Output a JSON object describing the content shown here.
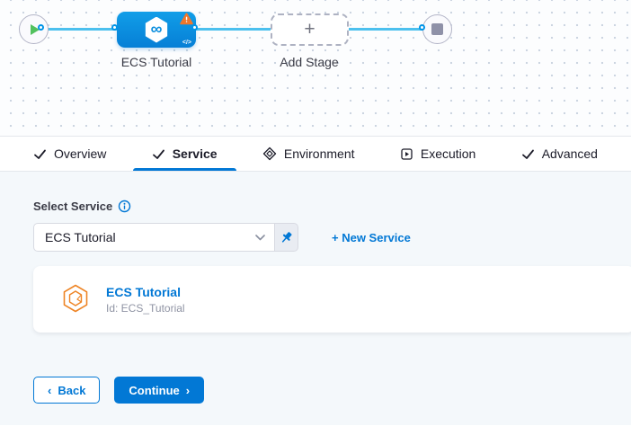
{
  "pipeline": {
    "stage_name": "ECS Tutorial",
    "add_stage_label": "Add Stage"
  },
  "tabs": {
    "items": [
      {
        "label": "Overview",
        "icon": "check-icon"
      },
      {
        "label": "Service",
        "icon": "check-icon",
        "active": true
      },
      {
        "label": "Environment",
        "icon": "environment-diamond-icon"
      },
      {
        "label": "Execution",
        "icon": "execution-play-box-icon"
      },
      {
        "label": "Advanced",
        "icon": "check-icon"
      }
    ],
    "active_tab": "Service"
  },
  "service_form": {
    "select_label": "Select Service",
    "selected_value": "ECS Tutorial",
    "new_service_label": "+ New Service",
    "card": {
      "title": "ECS Tutorial",
      "id_text": "Id: ECS_Tutorial"
    }
  },
  "footer": {
    "back_label": "Back",
    "continue_label": "Continue"
  },
  "icons": {
    "plus": "+",
    "infinity": "∞",
    "code": "</>",
    "chevron_left": "‹",
    "chevron_right": "›"
  },
  "colors": {
    "primary_blue": "#0278d5",
    "stage_node_blue": "#0a93e1",
    "edge_line_blue": "#4cc0ee",
    "warning_orange": "#f0772b",
    "service_icon_orange": "#ee8425",
    "start_green": "#52c15e",
    "end_square_gray": "#8f91a8"
  }
}
